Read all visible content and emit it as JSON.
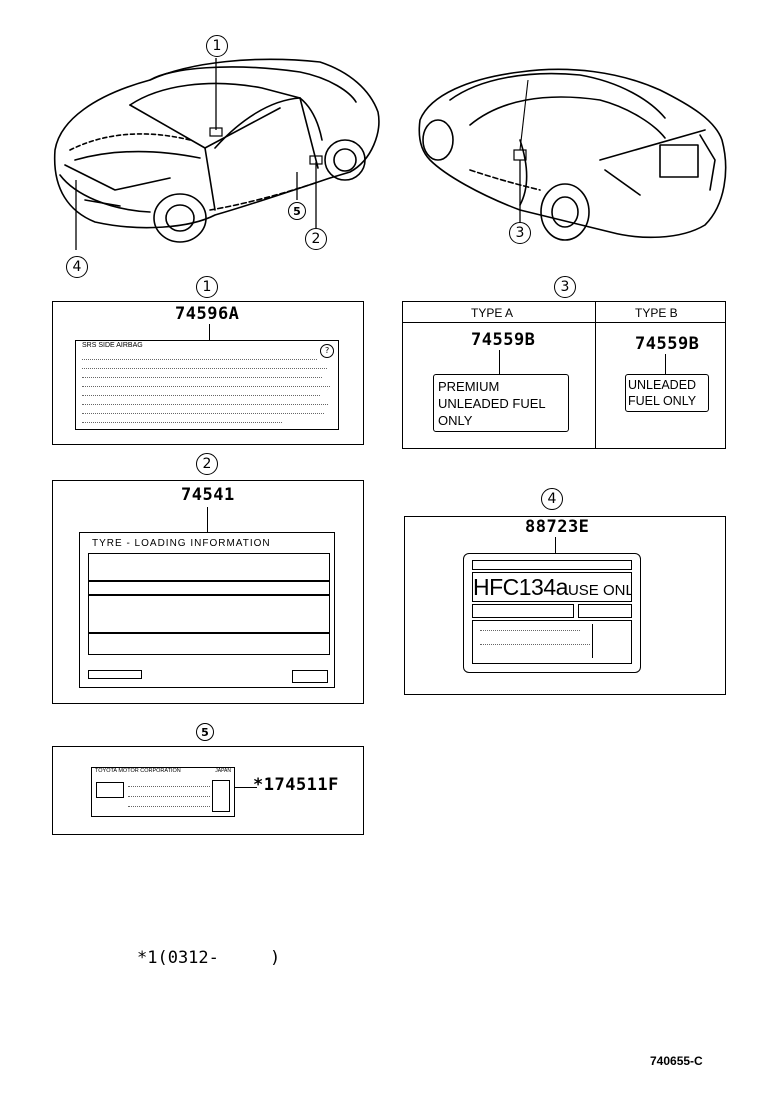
{
  "callouts": {
    "c1": "1",
    "c2": "2",
    "c3": "3",
    "c4": "4",
    "c5": "5"
  },
  "labels": {
    "l1": {
      "part_number": "74596A",
      "heading": "SRS SIDE AIRBAG",
      "mark": "?"
    },
    "l2": {
      "part_number": "74541",
      "heading": "TYRE - LOADING  INFORMATION"
    },
    "l3": {
      "type_a": {
        "header": "TYPE  A",
        "part_number": "74559B",
        "text": [
          "PREMIUM",
          "UNLEADED  FUEL",
          "ONLY"
        ]
      },
      "type_b": {
        "header": "TYPE  B",
        "part_number": "74559B",
        "text": [
          "UNLEADED",
          "FUEL ONLY"
        ]
      }
    },
    "l4": {
      "part_number": "88723E",
      "text_big": "HFC134a",
      "text_small": "USE ONLY"
    },
    "l5": {
      "part_number": "*174511F",
      "heading": "TOYOTA MOTOR CORPORATION",
      "tag": "JAPAN"
    }
  },
  "footnote": "*1(0312-     )",
  "figure_code": "740655-C"
}
